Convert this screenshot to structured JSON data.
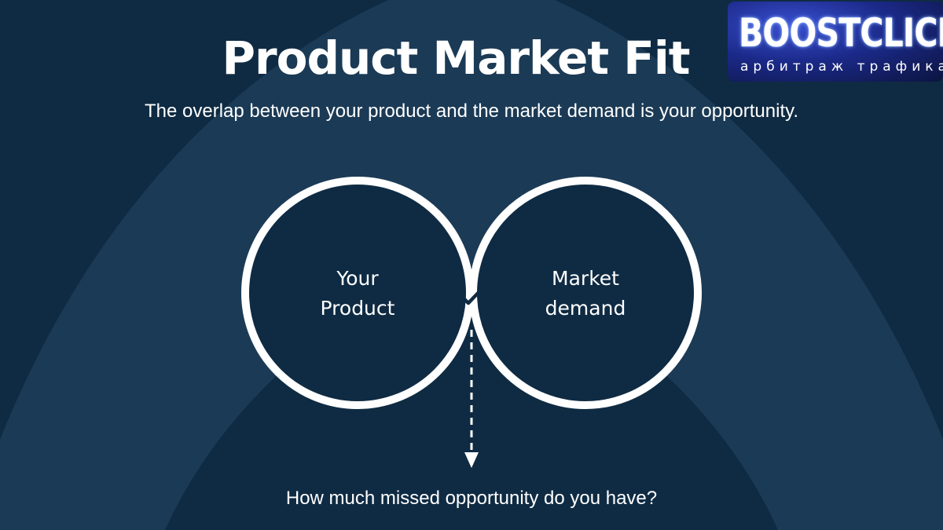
{
  "slide": {
    "title": "Product Market Fit",
    "subtitle": "The overlap between your product and the market demand is your opportunity.",
    "question": "How much missed opportunity do you have?"
  },
  "venn": {
    "left_label": [
      "Your",
      "Product"
    ],
    "right_label": [
      "Market",
      "demand"
    ],
    "overlap_icon": "checkmark-icon",
    "arrow_icon": "dashed-down-arrow-icon"
  },
  "logo": {
    "wordmark": "BOOSTCLICKS",
    "tagline": "арбитраж трафика"
  },
  "colors": {
    "background": "#0f2b43",
    "arc": "#1b3a55",
    "overlap": "#3fcc5e",
    "circle_stroke": "#ffffff",
    "check": "#0f2b43"
  }
}
